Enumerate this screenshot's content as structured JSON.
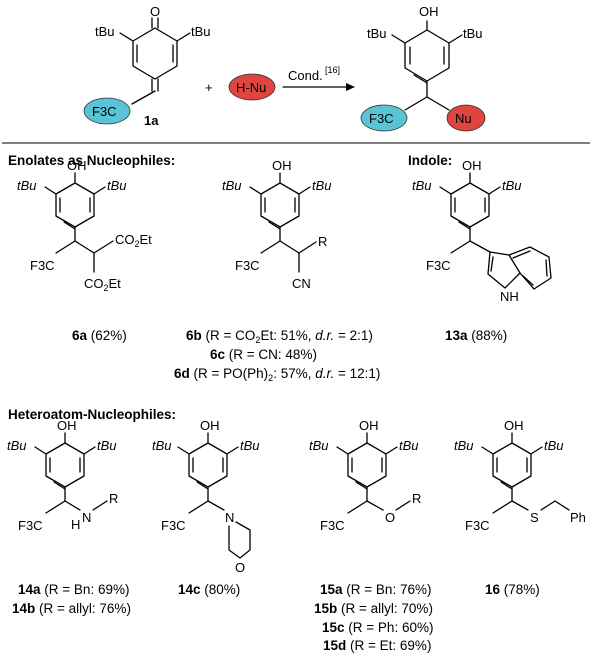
{
  "reaction": {
    "reactant_label": "1a",
    "reactant": {
      "top": "O",
      "left": "tBu",
      "right": "tBu",
      "cf3": "F3C"
    },
    "plus": "+",
    "nucleophile": "H-Nu",
    "conditions": "Cond.",
    "conditions_ref": "[16]",
    "product": {
      "top": "OH",
      "left": "tBu",
      "right": "tBu",
      "cf3": "F3C",
      "nu": "Nu"
    }
  },
  "sections": {
    "enolates": "Enolates as Nucleophiles:",
    "indole": "Indole:",
    "heteroatom": "Heteroatom-Nucleophiles:"
  },
  "common": {
    "oh": "OH",
    "tbu": "tBu",
    "cf3": "F3C"
  },
  "compounds": {
    "c6a": {
      "co2et": "CO2Et",
      "caption": {
        "id": "6a",
        "text": "(62%)"
      }
    },
    "c6b": {
      "r": "R",
      "cn": "CN",
      "captions": [
        {
          "id": "6b",
          "pre": "(R = CO",
          "sub": "2",
          "post": "Et: 51%, ",
          "dr": "d.r.",
          "post2": " = 2:1)"
        },
        {
          "id": "6c",
          "text": "(R = CN: 48%)"
        },
        {
          "id": "6d",
          "pre": "(R = PO(Ph)",
          "sub": "2",
          "post": ": 57%, ",
          "dr": "d.r.",
          "post2": " = 12:1)"
        }
      ]
    },
    "c13a": {
      "nh": "NH",
      "caption": {
        "id": "13a",
        "text": "(88%)"
      }
    },
    "c14": {
      "n": "N",
      "h": "H",
      "r": "R",
      "captions": [
        {
          "id": "14a",
          "text": "(R = Bn: 69%)"
        },
        {
          "id": "14b",
          "text": "(R = allyl: 76%)"
        }
      ]
    },
    "c14c": {
      "n": "N",
      "o": "O",
      "caption": {
        "id": "14c",
        "text": "(80%)"
      }
    },
    "c15": {
      "o": "O",
      "r": "R",
      "captions": [
        {
          "id": "15a",
          "text": "(R = Bn: 76%)"
        },
        {
          "id": "15b",
          "text": "(R = allyl: 70%)"
        },
        {
          "id": "15c",
          "text": "(R = Ph: 60%)"
        },
        {
          "id": "15d",
          "text": "(R = Et: 69%)"
        }
      ]
    },
    "c16": {
      "s": "S",
      "ph": "Ph",
      "caption": {
        "id": "16",
        "text": "(78%)"
      }
    }
  },
  "colors": {
    "cf3_bubble": "#5bc3d6",
    "nu_bubble": "#e0443f",
    "bond": "#000000"
  }
}
